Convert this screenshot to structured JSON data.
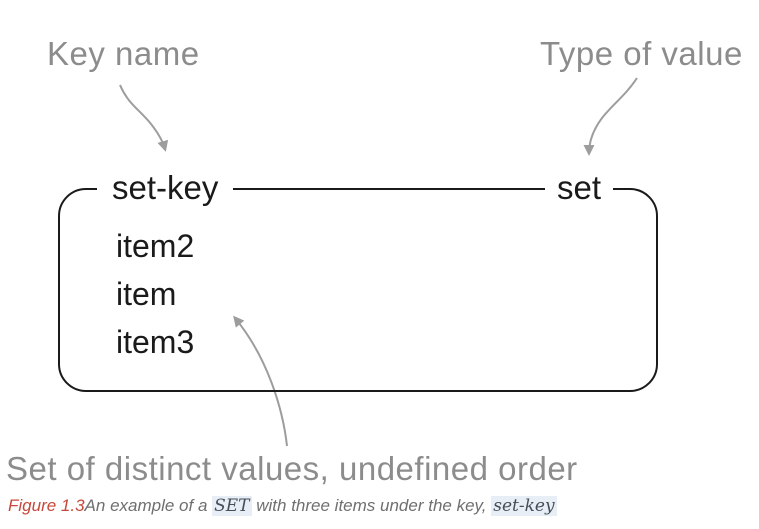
{
  "diagram": {
    "key_name_label": "Key name",
    "type_label": "Type of value",
    "key_name": "set-key",
    "value_type": "set",
    "items": [
      "item2",
      "item",
      "item3"
    ],
    "description": "Set of distinct values, undefined order"
  },
  "caption": {
    "figure_label": "Figure 1.3",
    "text_before": "An example of a ",
    "code_set": "SET",
    "text_middle": " with three items under the key, ",
    "code_set_key": "set-key"
  },
  "icons": {
    "key_name_arrow": "curved-arrow-down-icon",
    "type_of_value_arrow": "curved-arrow-down-icon",
    "description_arrow": "curved-arrow-up-icon"
  },
  "colors": {
    "annotation_gray": "#8c8c8c",
    "arrow_gray": "#9d9d9d",
    "box_border_black": "#1a1a1a",
    "item_text_black": "#1a1a1a",
    "figure_label_red": "#c7473b",
    "caption_gray": "#6f6f6f",
    "code_highlight_bg": "#e8eef5",
    "code_text": "#454e57",
    "background": "#ffffff"
  }
}
